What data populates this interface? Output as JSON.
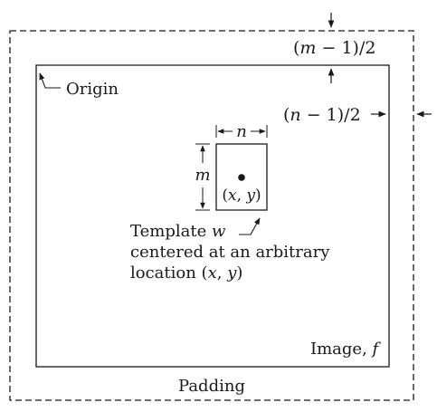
{
  "labels": {
    "origin": "Origin",
    "m_half_expr": "(m − 1)/2",
    "n_half_expr": "(n − 1)/2",
    "n": "n",
    "m": "m",
    "center_point": "(x, y)",
    "template_line1_prefix": "Template",
    "template_symbol": "w",
    "template_line2": "centered at an arbitrary",
    "template_line3": "location (x, y)",
    "image_prefix": "Image,",
    "image_symbol": "f",
    "padding": "Padding"
  }
}
